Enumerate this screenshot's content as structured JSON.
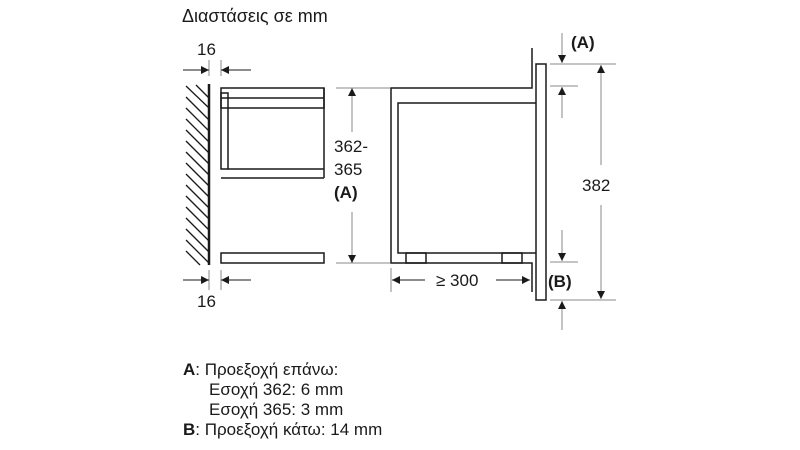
{
  "title": "Διαστάσεις σε mm",
  "dimensions": {
    "wall_gap_top": "16",
    "wall_gap_bottom": "16",
    "niche_height_line1": "362-",
    "niche_height_line2": "365",
    "niche_height_ref": "(A)",
    "depth": "≥ 300",
    "overall_height": "382",
    "ref_top": "(A)",
    "ref_bottom": "(B)"
  },
  "legend": {
    "a_key": "A",
    "a_text": ": Προεξοχή επάνω:",
    "a_line2": "Εσοχή 362: 6 mm",
    "a_line3": "Εσοχή 365: 3 mm",
    "b_key": "B",
    "b_text": ": Προεξοχή κάτω: 14 mm"
  },
  "colors": {
    "line": "#1a1a1a",
    "dim_line": "#888888"
  }
}
